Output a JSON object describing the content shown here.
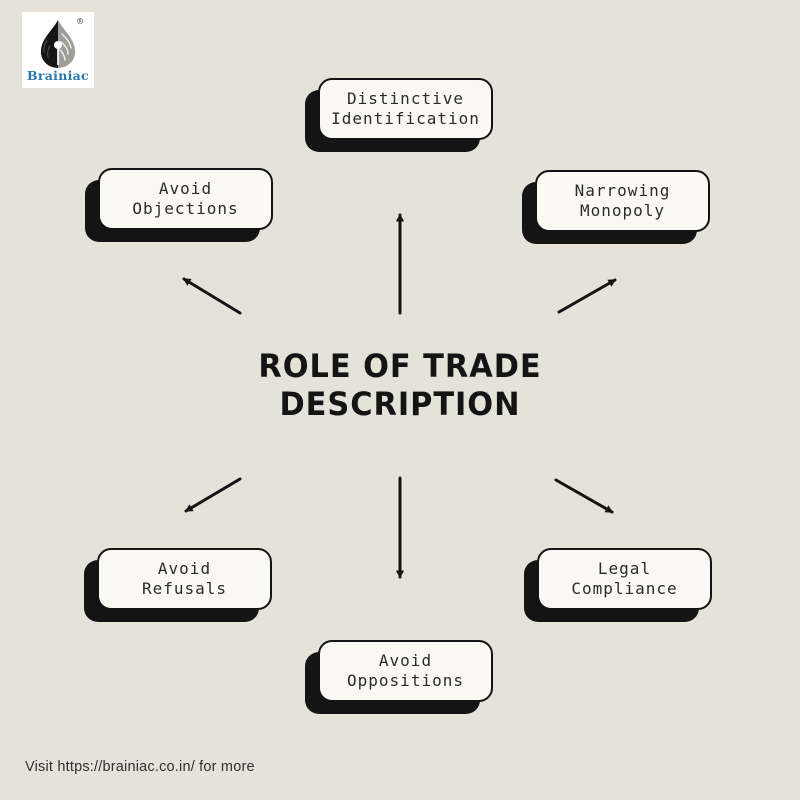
{
  "logo": {
    "brand": "Brainiac",
    "registered_mark": "®",
    "icon": "pen-nib-brain-icon"
  },
  "title": {
    "line1": "ROLE OF TRADE",
    "line2": "DESCRIPTION"
  },
  "nodes": [
    {
      "id": "distinctive-identification",
      "line1": "Distinctive",
      "line2": "Identification",
      "position": "top"
    },
    {
      "id": "avoid-objections",
      "line1": "Avoid",
      "line2": "Objections",
      "position": "upper-left"
    },
    {
      "id": "narrowing-monopoly",
      "line1": "Narrowing",
      "line2": "Monopoly",
      "position": "upper-right"
    },
    {
      "id": "avoid-refusals",
      "line1": "Avoid",
      "line2": "Refusals",
      "position": "lower-left"
    },
    {
      "id": "legal-compliance",
      "line1": "Legal",
      "line2": "Compliance",
      "position": "lower-right"
    },
    {
      "id": "avoid-oppositions",
      "line1": "Avoid",
      "line2": "Oppositions",
      "position": "bottom"
    }
  ],
  "footer": {
    "text": "Visit https://brainiac.co.in/ for more"
  },
  "colors": {
    "background": "#e5e3d9",
    "card_fill": "#fbf9f3",
    "card_border": "#141414",
    "card_shadow": "#141414",
    "title_text": "#141414",
    "node_text": "#2b2b2b",
    "brand_blue": "#2878ae",
    "logo_background": "#ffffff"
  }
}
